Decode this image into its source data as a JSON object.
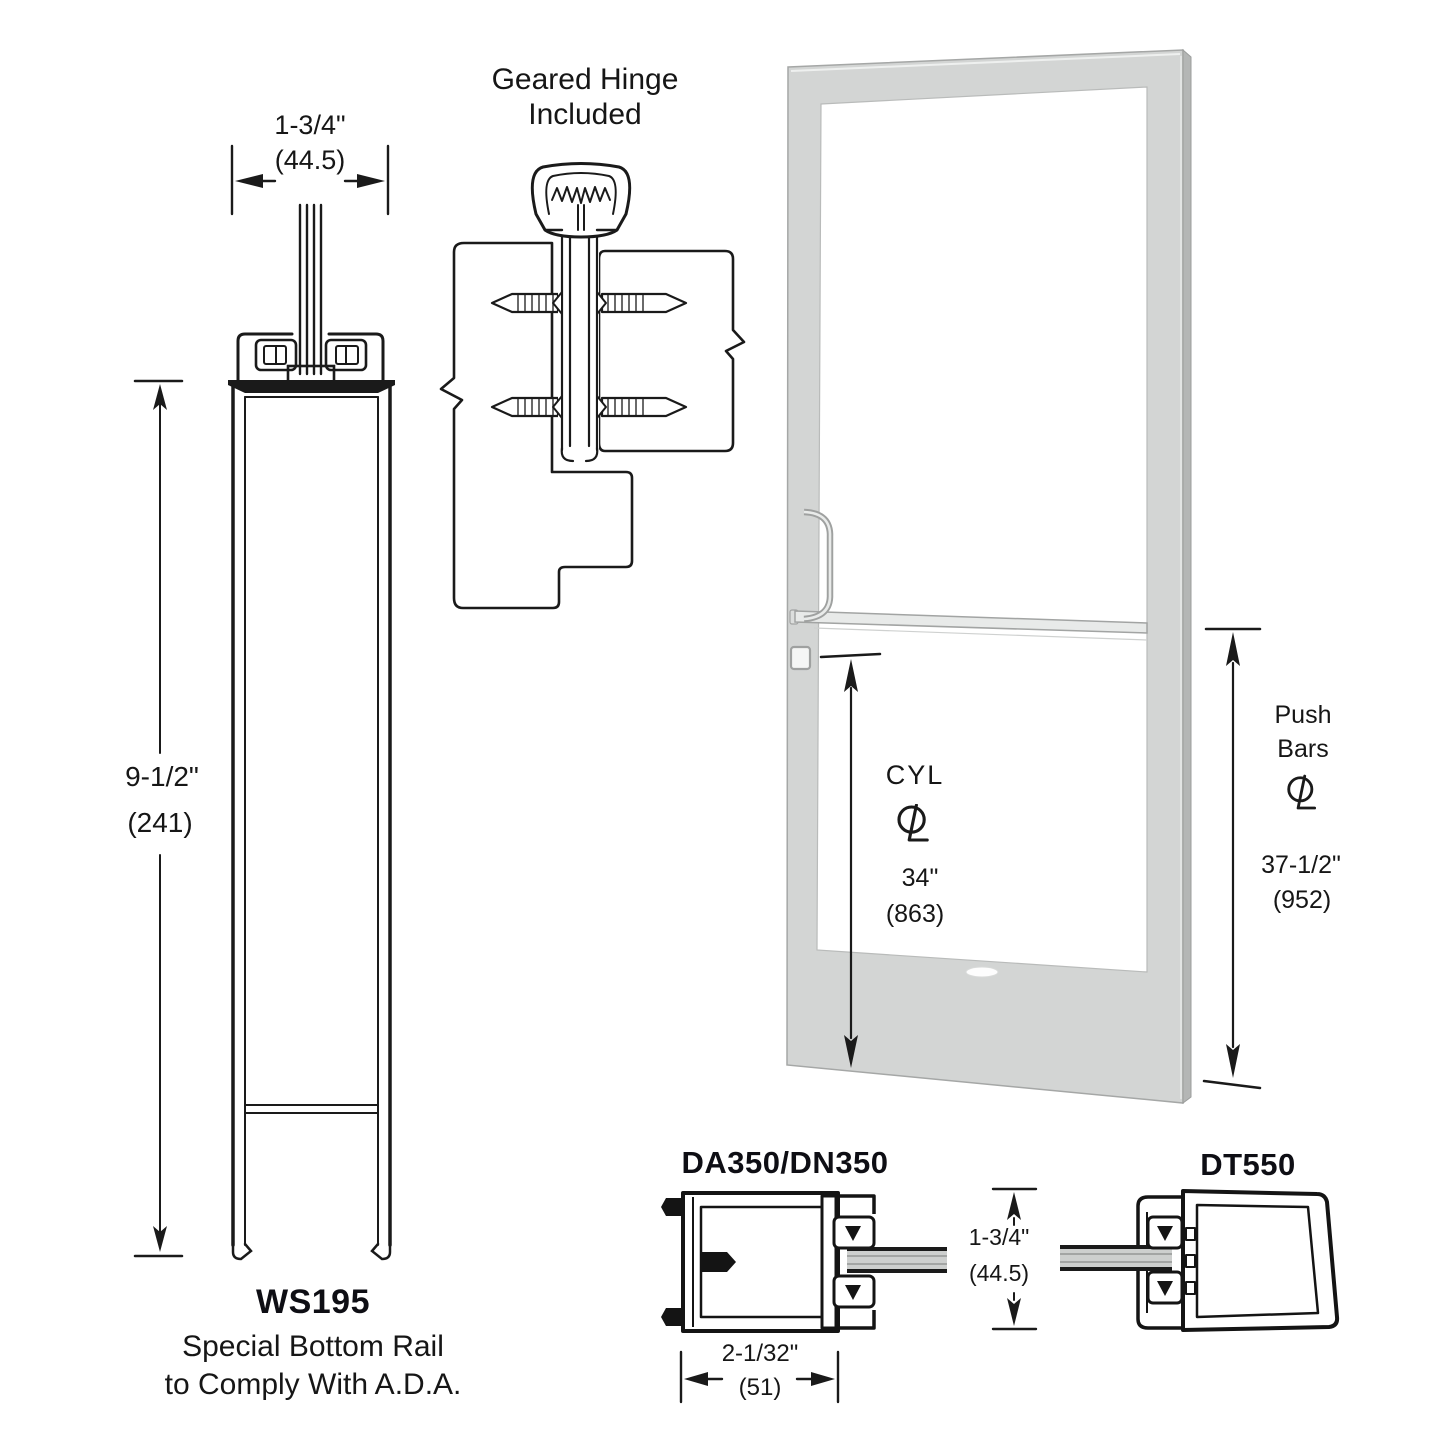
{
  "title": "Narrow stile aluminum door with geared hinge - dimensioned diagram",
  "colors": {
    "line": "#1a1a1a",
    "door_face": "#d3d5d4",
    "door_edge": "#b4b6b5",
    "hardware": "#9fa1a0",
    "glass_strip": "#cdcfce",
    "label_text": "#161616"
  },
  "annotations": {
    "geared_hinge": {
      "line1": "Geared Hinge",
      "line2": "Included"
    },
    "stile_width_dim": {
      "inches": "1-3/4\"",
      "mm": "(44.5)"
    },
    "rail_height_dim": {
      "inches": "9-1/2\"",
      "mm": "(241)"
    },
    "ws195": {
      "model": "WS195",
      "note_line1": "Special Bottom Rail",
      "note_line2": "to Comply With A.D.A."
    },
    "cyl_dim": {
      "label": "CYL",
      "inches": "34\"",
      "mm": "(863)"
    },
    "push_bar_dim": {
      "label_line1": "Push",
      "label_line2": "Bars",
      "inches": "37-1/2\"",
      "mm": "(952)"
    },
    "da350": {
      "model": "DA350/DN350",
      "width_inches": "2-1/32\"",
      "width_mm": "(51)"
    },
    "door_thickness_dim": {
      "inches": "1-3/4\"",
      "mm": "(44.5)"
    },
    "dt550": {
      "model": "DT550"
    }
  }
}
